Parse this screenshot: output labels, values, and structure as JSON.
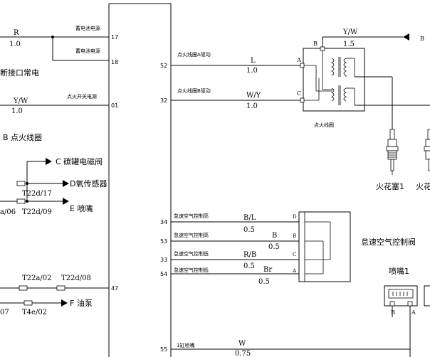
{
  "ecu": {
    "pins": {
      "p17": "17",
      "p18": "18",
      "p01": "01",
      "p47": "47",
      "p52": "52",
      "p32": "32",
      "p34": "34",
      "p53": "53",
      "p33": "33",
      "p54": "54",
      "p55": "55"
    },
    "pin_labels": {
      "p17": "蓄电池电源",
      "p18": "蓄电池电源",
      "p01": "点火开关电源",
      "p52": "点火线圈A驱动",
      "p32": "点火线圈B驱动",
      "p34": "怠速空气控制高",
      "p53": "怠速空气控制高",
      "p33": "怠速空气控制低",
      "p54": "怠速空气控制低",
      "p55": "1缸喷嘴"
    }
  },
  "left": {
    "wire_r": {
      "color": "R",
      "gauge": "1.0"
    },
    "note_diagnostic": "断接口常电",
    "wire_yw": {
      "color": "Y/W",
      "gauge": "1.0"
    },
    "label_b": "B  点火线圈",
    "label_c": "C  碳罐电磁阀",
    "label_d": "D氧传感器",
    "label_e": "E  喷嘴",
    "label_f": "F  油泵",
    "conn_t22d17": "T22d/17",
    "conn_t22d09": "T22d/09",
    "conn_a06": "a/06",
    "conn_t22a02": "T22a/02",
    "conn_t22d08": "T22d/08",
    "conn_07": "07",
    "conn_t4e02": "T4e/02"
  },
  "ignition": {
    "wire_l": {
      "color": "L",
      "gauge": "1.0"
    },
    "wire_wy": {
      "color": "W/Y",
      "gauge": "1.0"
    },
    "wire_top": {
      "color": "Y/W",
      "gauge": "1.5"
    },
    "pin_a": "A",
    "pin_b": "B",
    "pin_c": "C",
    "coil_label": "点火线圈",
    "spark1": "火花塞1",
    "spark2": "火花",
    "right_b": "B"
  },
  "idle": {
    "wires": [
      {
        "color": "B/L",
        "gauge": "0.5"
      },
      {
        "color": "B",
        "gauge": "0.5"
      },
      {
        "color": "R/B",
        "gauge": "0.5"
      },
      {
        "color": "Br",
        "gauge": "0.5"
      }
    ],
    "pins": [
      "D",
      "B",
      "C",
      "A"
    ],
    "valve_label": "怠速空气控制阀"
  },
  "injector": {
    "label": "喷嘴1",
    "wire": {
      "color": "W",
      "gauge": "0.75"
    },
    "pin_b": "B",
    "pin_a": "A"
  }
}
